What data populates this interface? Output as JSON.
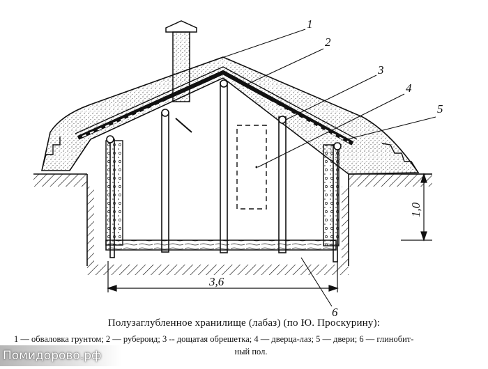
{
  "caption": {
    "title": "Полузаглубленное хранилище (лабаз) (по Ю. Проскурину):",
    "legend_line1": "1 — обваловка грунтом; 2 — рубероид; 3 -- дощатая обрешетка; 4 — дверца-лаз; 5 — двери; 6 — глинобит-",
    "legend_line2": "ный пол."
  },
  "labels": {
    "n1": "1",
    "n2": "2",
    "n3": "3",
    "n4": "4",
    "n5": "5",
    "n6": "6"
  },
  "dimensions": {
    "width": "3,6",
    "depth": "1,0"
  },
  "watermark": "Помидорово.рф",
  "colors": {
    "ink": "#111111",
    "paper": "#ffffff"
  }
}
